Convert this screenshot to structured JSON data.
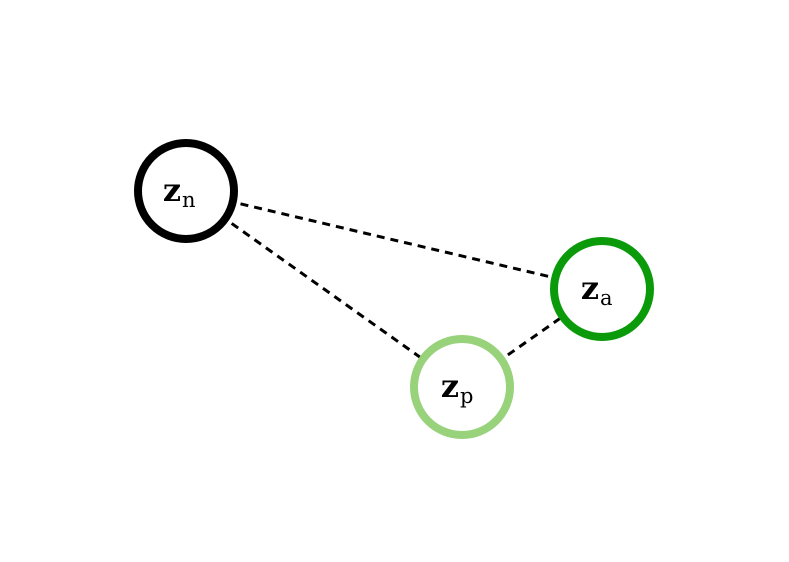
{
  "nodes": [
    {
      "id": "n",
      "main": "z",
      "sub": "n",
      "color": "#000000"
    },
    {
      "id": "a",
      "main": "z",
      "sub": "a",
      "color": "#0a9a0a"
    },
    {
      "id": "p",
      "main": "z",
      "sub": "p",
      "color": "#98d27b"
    }
  ],
  "edges": [
    {
      "from": "n",
      "to": "a",
      "style": "dashed"
    },
    {
      "from": "n",
      "to": "p",
      "style": "dashed"
    },
    {
      "from": "p",
      "to": "a",
      "style": "dashed"
    }
  ]
}
